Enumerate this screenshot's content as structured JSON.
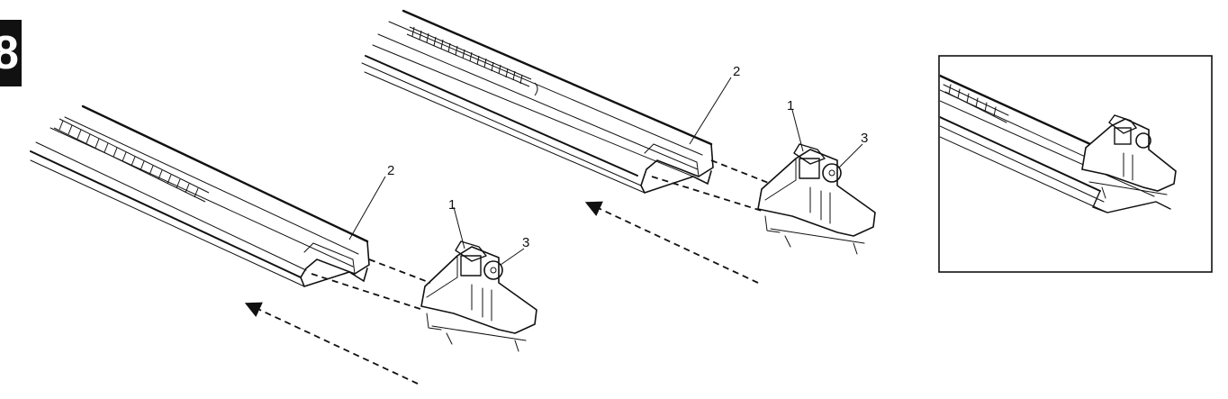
{
  "step": {
    "number": "8"
  },
  "callouts": {
    "back_rail": "2",
    "back_carriage": "1",
    "back_hook": "3",
    "front_rail": "2",
    "front_carriage": "1",
    "front_hook": "3"
  },
  "colors": {
    "ink": "#111111",
    "paper": "#ffffff",
    "badge": "#111111"
  }
}
